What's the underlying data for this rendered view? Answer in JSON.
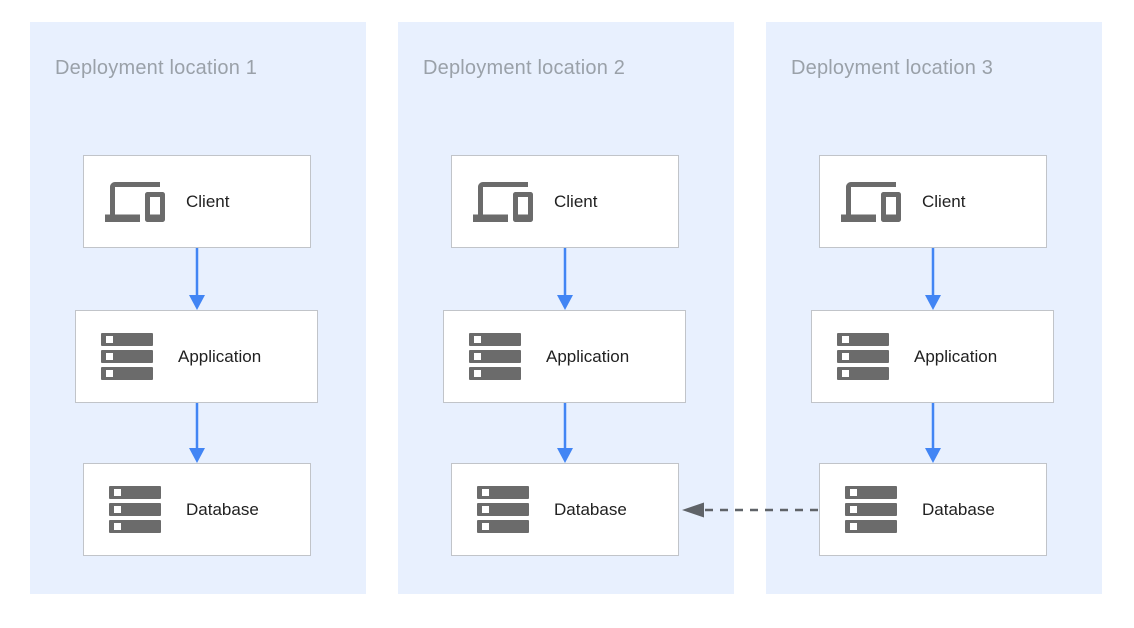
{
  "diagram": {
    "panels": [
      {
        "title": "Deployment location 1",
        "nodes": [
          {
            "label": "Client",
            "icon": "devices-icon"
          },
          {
            "label": "Application",
            "icon": "server-stack-icon"
          },
          {
            "label": "Database",
            "icon": "server-stack-icon"
          }
        ]
      },
      {
        "title": "Deployment location 2",
        "nodes": [
          {
            "label": "Client",
            "icon": "devices-icon"
          },
          {
            "label": "Application",
            "icon": "server-stack-icon"
          },
          {
            "label": "Database",
            "icon": "server-stack-icon"
          }
        ]
      },
      {
        "title": "Deployment location 3",
        "nodes": [
          {
            "label": "Client",
            "icon": "devices-icon"
          },
          {
            "label": "Application",
            "icon": "server-stack-icon"
          },
          {
            "label": "Database",
            "icon": "server-stack-icon"
          }
        ]
      }
    ],
    "edges": [
      {
        "from": "location-1-client",
        "to": "location-1-application",
        "style": "solid"
      },
      {
        "from": "location-1-application",
        "to": "location-1-database",
        "style": "solid"
      },
      {
        "from": "location-2-client",
        "to": "location-2-application",
        "style": "solid"
      },
      {
        "from": "location-2-application",
        "to": "location-2-database",
        "style": "solid"
      },
      {
        "from": "location-3-client",
        "to": "location-3-application",
        "style": "solid"
      },
      {
        "from": "location-3-application",
        "to": "location-3-database",
        "style": "solid"
      },
      {
        "from": "location-3-database",
        "to": "location-2-database",
        "style": "dashed"
      }
    ],
    "colors": {
      "panel_bg": "#E8F0FE",
      "box_bg": "#FFFFFF",
      "box_border": "#C1C4C9",
      "icon_gray": "#6B6B6B",
      "label_text": "#212121",
      "title_text": "#9AA1A9",
      "arrow_blue": "#4285F4",
      "arrow_dashed": "#5F6368"
    }
  }
}
